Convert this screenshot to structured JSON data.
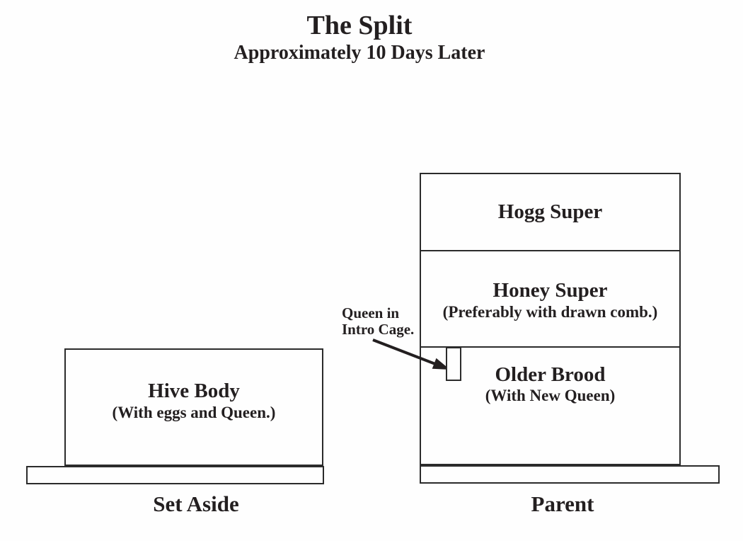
{
  "page": {
    "title": "The Split",
    "subtitle": "Approximately 10 Days Later"
  },
  "left_hive": {
    "body_label": "Hive Body",
    "body_sublabel": "(With eggs and Queen.)",
    "caption": "Set Aside"
  },
  "parent_hive": {
    "sections": [
      {
        "label": "Hogg Super",
        "sublabel": ""
      },
      {
        "label": "Honey Super",
        "sublabel": "(Preferably with drawn comb.)"
      },
      {
        "label": "Older Brood",
        "sublabel": "(With New Queen)"
      }
    ],
    "caption": "Parent"
  },
  "annotation": {
    "line1": "Queen in",
    "line2": "Intro Cage."
  },
  "colors": {
    "text": "#231f20",
    "border": "#2b2b2b",
    "background": "#fefefe"
  }
}
